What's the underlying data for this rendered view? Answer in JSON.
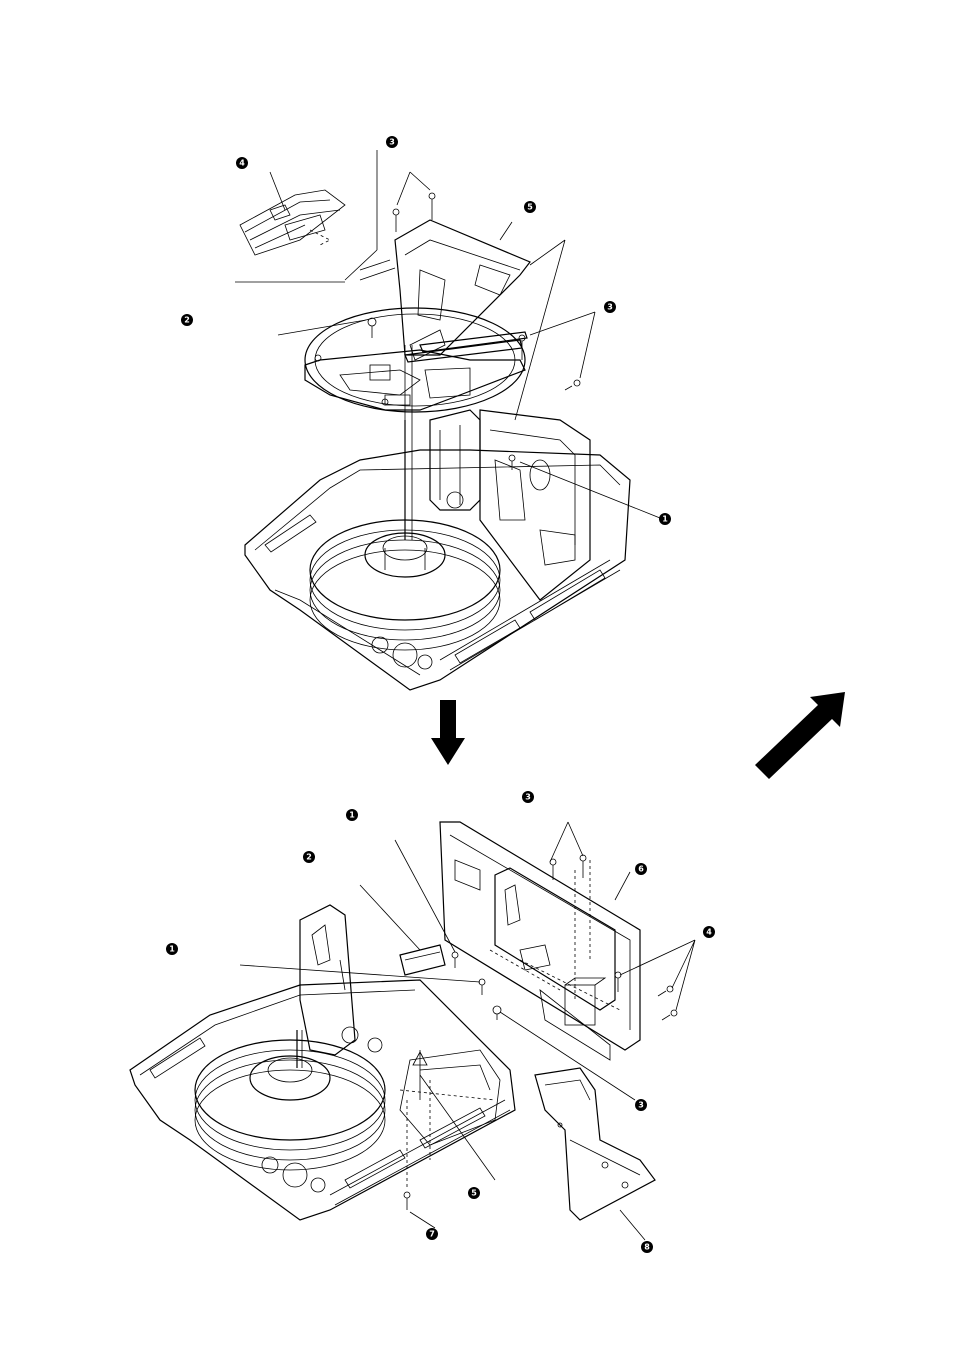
{
  "top_callouts": [
    {
      "id": "top-3a",
      "label": "3"
    },
    {
      "id": "top-4",
      "label": "4"
    },
    {
      "id": "top-5",
      "label": "5"
    },
    {
      "id": "top-2",
      "label": "2"
    },
    {
      "id": "top-3b",
      "label": "3"
    },
    {
      "id": "top-1",
      "label": "1"
    }
  ],
  "bottom_callouts": [
    {
      "id": "bot-3a",
      "label": "3"
    },
    {
      "id": "bot-1a",
      "label": "1"
    },
    {
      "id": "bot-2",
      "label": "2"
    },
    {
      "id": "bot-6",
      "label": "6"
    },
    {
      "id": "bot-4",
      "label": "4"
    },
    {
      "id": "bot-1b",
      "label": "1"
    },
    {
      "id": "bot-3b",
      "label": "3"
    },
    {
      "id": "bot-5",
      "label": "5"
    },
    {
      "id": "bot-7",
      "label": "7"
    },
    {
      "id": "bot-8",
      "label": "8"
    }
  ],
  "arrows": {
    "down_arrow": "arrow-down-icon",
    "diagonal_arrow": "arrow-up-right-icon"
  }
}
